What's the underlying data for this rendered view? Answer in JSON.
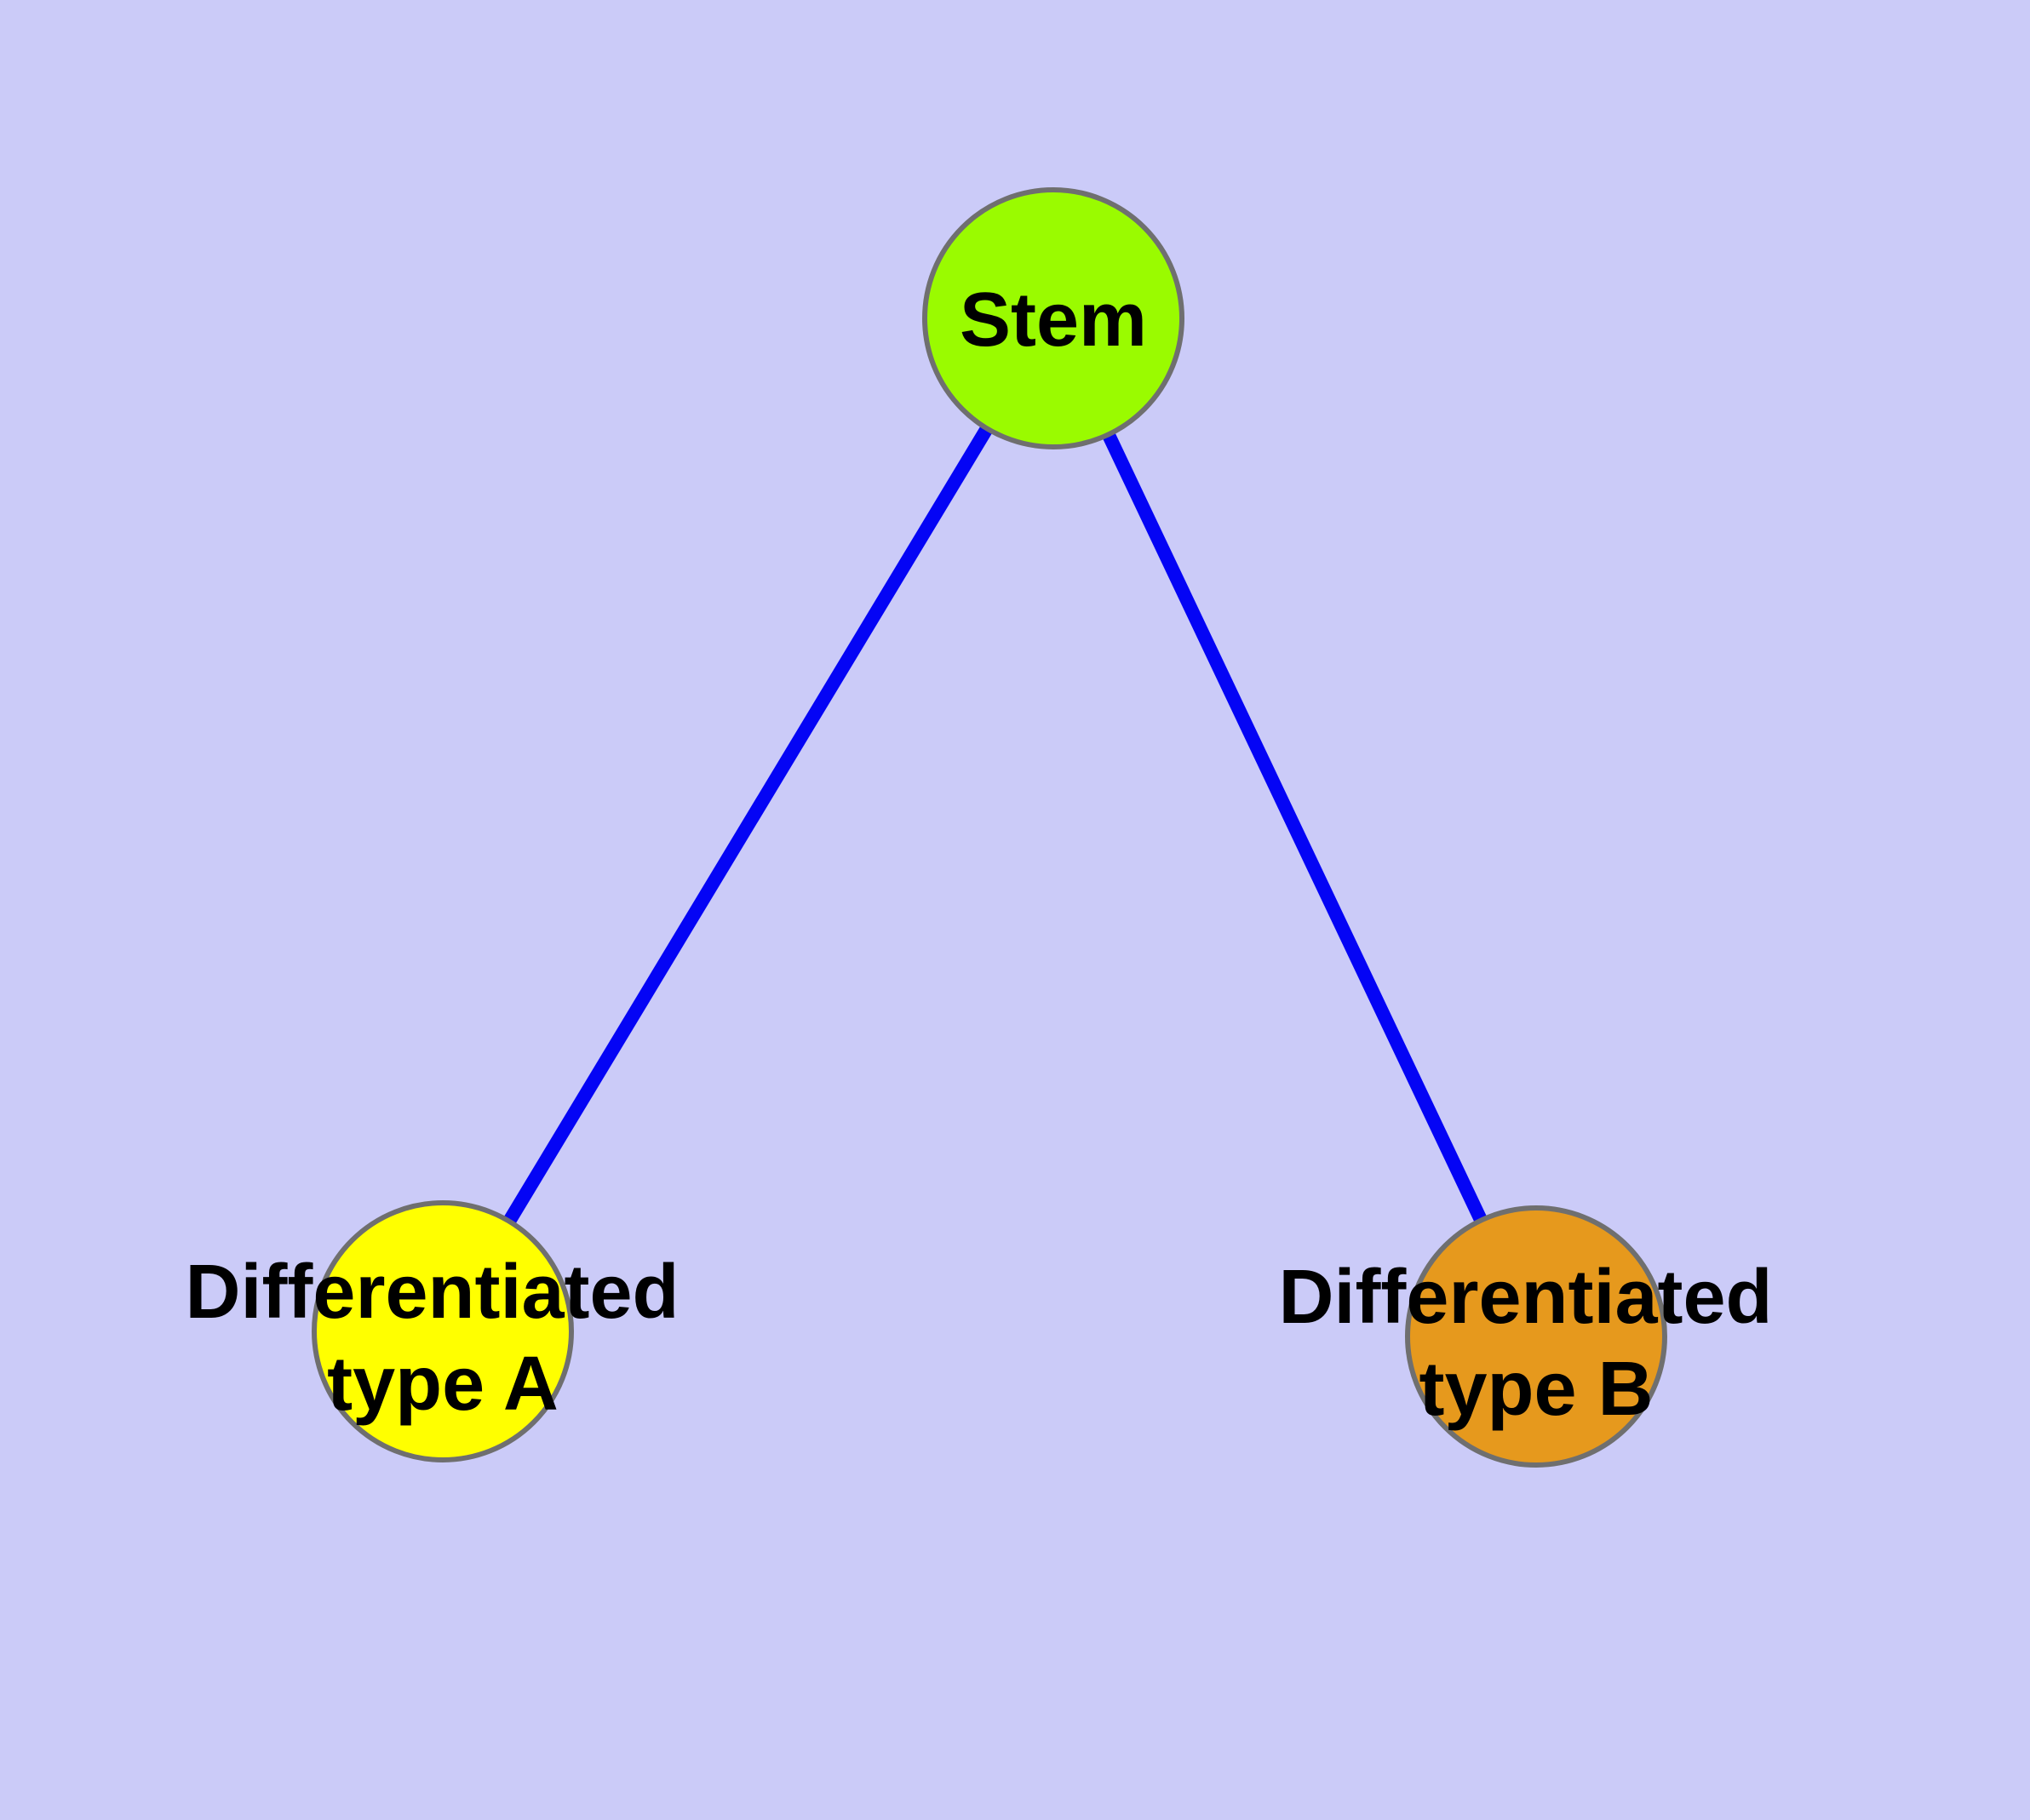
{
  "diagram": {
    "type": "graph",
    "background_color": "#CBCBF8",
    "edge_color": "#0404F5",
    "node_border_color": "#6F6F6F",
    "label_color": "#000000",
    "nodes": [
      {
        "id": "stem",
        "label": "Stem",
        "label_line1": "Stem",
        "label_line2": "",
        "color": "#9AFB00"
      },
      {
        "id": "differentiated-type-a",
        "label": "Differentiated type A",
        "label_line1": "Differentiated",
        "label_line2": "type A",
        "color": "#FFFF00"
      },
      {
        "id": "differentiated-type-b",
        "label": "Differentiated type B",
        "label_line1": "Differentiated",
        "label_line2": "type B",
        "color": "#E6991D"
      }
    ],
    "edges": [
      {
        "from": "Stem",
        "to": "Differentiated type A"
      },
      {
        "from": "Stem",
        "to": "Differentiated type B"
      }
    ]
  }
}
